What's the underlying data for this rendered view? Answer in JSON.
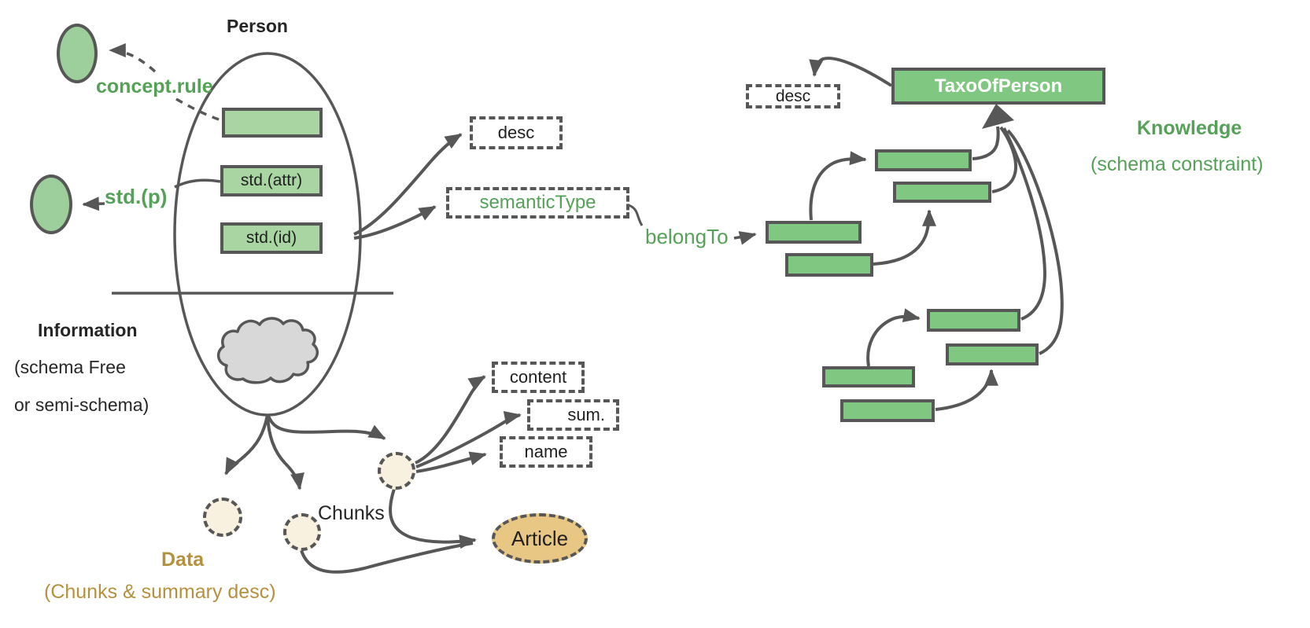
{
  "palette": {
    "stroke": "#575757",
    "taxonomy_green": "#80c882",
    "attribute_green": "#a8d5a2",
    "ellipse_green": "#9ccf9b",
    "green_text": "#55a158",
    "gold_text": "#b5913d",
    "cream_fill": "#f8f1df",
    "article_tan": "#e8c784",
    "cloud_gray": "#d8d8d8",
    "taxo_label_white": "#ffffff"
  },
  "person": {
    "title": "Person",
    "concept_rule_label": "concept.rule",
    "std_p_label": "std.(p)",
    "attributes": [
      {
        "label": ""
      },
      {
        "label": "std.(attr)"
      },
      {
        "label": "std.(id)"
      }
    ]
  },
  "properties": {
    "desc": "desc",
    "semantic_type": "semanticType",
    "content": "content",
    "sum": "sum.",
    "name": "name"
  },
  "knowledge": {
    "title": "Knowledge",
    "subtitle": "(schema constraint)",
    "taxo_title": "TaxoOfPerson",
    "belong_to_label": "belongTo",
    "desc": "desc"
  },
  "information": {
    "title": "Information",
    "line1": "(schema Free",
    "line2": "or semi-schema)"
  },
  "data_layer": {
    "title": "Data",
    "subtitle": "(Chunks & summary desc)",
    "chunks_label": "Chunks",
    "article_label": "Article"
  }
}
